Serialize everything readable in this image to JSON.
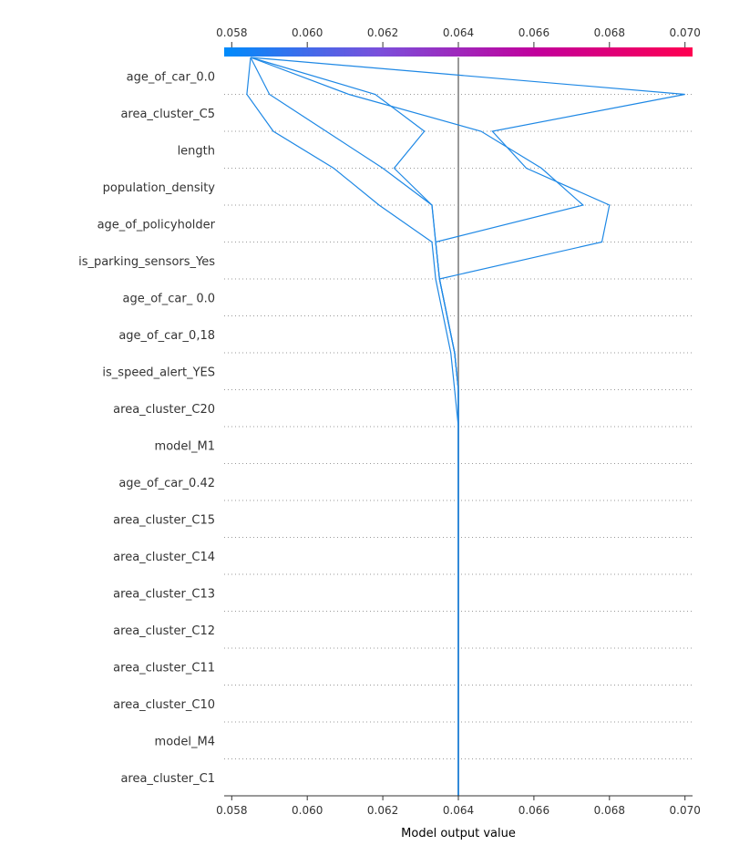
{
  "chart_data": {
    "type": "line",
    "chart_kind": "decision-plot",
    "title": "",
    "xlabel": "Model output value",
    "ylabel": "",
    "xlim": [
      0.0578,
      0.0702
    ],
    "xticks": [
      "0.058",
      "0.060",
      "0.062",
      "0.064",
      "0.066",
      "0.068",
      "0.070"
    ],
    "xtick_values": [
      0.058,
      0.06,
      0.062,
      0.064,
      0.066,
      0.068,
      0.07
    ],
    "base_value": 0.064,
    "grid": "dotted horizontal",
    "colorbar": {
      "colors": [
        "#008bfb",
        "#7b4fdb",
        "#c2009c",
        "#ff0051"
      ],
      "position": "top"
    },
    "line_color": "#1e88e5",
    "base_line_color": "#999999",
    "features": [
      "age_of_car_0.0",
      "area_cluster_C5",
      "length",
      "population_density",
      "age_of_policyholder",
      "is_parking_sensors_Yes",
      "age_of_car_ 0.0",
      "age_of_car_0,18",
      "is_speed_alert_YES",
      "area_cluster_C20",
      "model_M1",
      "age_of_car_0.42",
      "area_cluster_C15",
      "area_cluster_C14",
      "area_cluster_C13",
      "area_cluster_C12",
      "area_cluster_C11",
      "area_cluster_C10",
      "model_M4",
      "area_cluster_C1"
    ],
    "series": [
      {
        "values": [
          0.0585,
          0.07,
          0.0649,
          0.0658,
          0.068,
          0.0678,
          0.0635,
          0.0637,
          0.0639,
          0.064,
          0.064,
          0.064,
          0.064,
          0.064,
          0.064,
          0.064,
          0.064,
          0.064,
          0.064,
          0.064,
          0.064
        ]
      },
      {
        "values": [
          0.0585,
          0.0611,
          0.0646,
          0.0662,
          0.0673,
          0.0634,
          0.0635,
          0.0637,
          0.0639,
          0.064,
          0.064,
          0.064,
          0.064,
          0.064,
          0.064,
          0.064,
          0.064,
          0.064,
          0.064,
          0.064,
          0.064
        ]
      },
      {
        "values": [
          0.0585,
          0.0618,
          0.0631,
          0.0623,
          0.0633,
          0.0634,
          0.0635,
          0.0637,
          0.0639,
          0.064,
          0.064,
          0.064,
          0.064,
          0.064,
          0.064,
          0.064,
          0.064,
          0.064,
          0.064,
          0.064,
          0.064
        ]
      },
      {
        "values": [
          0.0585,
          0.059,
          0.0605,
          0.062,
          0.0633,
          0.0634,
          0.0635,
          0.0637,
          0.0639,
          0.064,
          0.064,
          0.064,
          0.064,
          0.064,
          0.064,
          0.064,
          0.064,
          0.064,
          0.064,
          0.064,
          0.064
        ]
      },
      {
        "values": [
          0.0585,
          0.0584,
          0.0591,
          0.0607,
          0.0619,
          0.0633,
          0.0634,
          0.0636,
          0.0638,
          0.0639,
          0.064,
          0.064,
          0.064,
          0.064,
          0.064,
          0.064,
          0.064,
          0.064,
          0.064,
          0.064,
          0.064
        ]
      }
    ]
  }
}
